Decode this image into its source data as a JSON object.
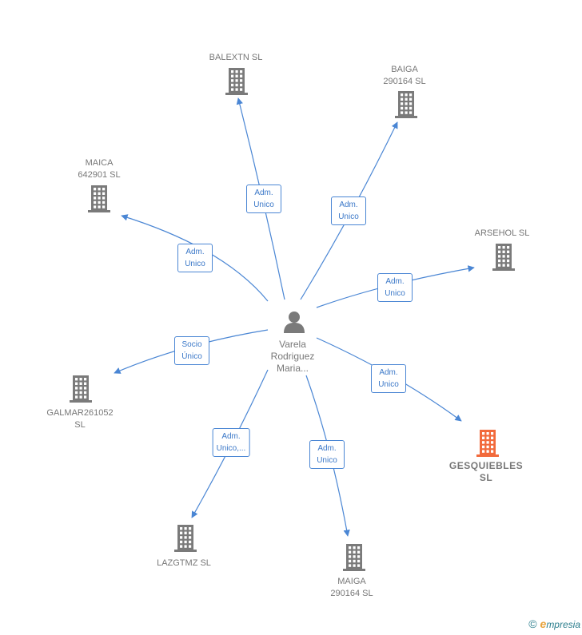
{
  "center": {
    "name": "Varela\nRodriguez\nMaria..."
  },
  "colors": {
    "edge": "#4a86d4",
    "node": "#7a7a7a",
    "highlight": "#f26a3c"
  },
  "nodes": [
    {
      "id": "balextn",
      "label": "BALEXTN SL",
      "highlight": false,
      "edge_label": "Adm.\nUnico"
    },
    {
      "id": "baiga",
      "label": "BAIGA\n290164  SL",
      "highlight": false,
      "edge_label": "Adm.\nUnico"
    },
    {
      "id": "maica",
      "label": "MAICA\n642901  SL",
      "highlight": false,
      "edge_label": "Adm.\nUnico"
    },
    {
      "id": "arsehol",
      "label": "ARSEHOL SL",
      "highlight": false,
      "edge_label": "Adm.\nUnico"
    },
    {
      "id": "galmar",
      "label": "GALMAR261052\nSL",
      "highlight": false,
      "edge_label": "Socio\nÚnico"
    },
    {
      "id": "gesquiebles",
      "label": "GESQUIEBLES\nSL",
      "highlight": true,
      "edge_label": "Adm.\nUnico"
    },
    {
      "id": "lazgtmz",
      "label": "LAZGTMZ SL",
      "highlight": false,
      "edge_label": "Adm.\nUnico,..."
    },
    {
      "id": "maiga",
      "label": "MAIGA\n290164  SL",
      "highlight": false,
      "edge_label": "Adm.\nUnico"
    }
  ],
  "brand": {
    "copyright": "©",
    "first_letter": "e",
    "rest": "mpresia"
  }
}
